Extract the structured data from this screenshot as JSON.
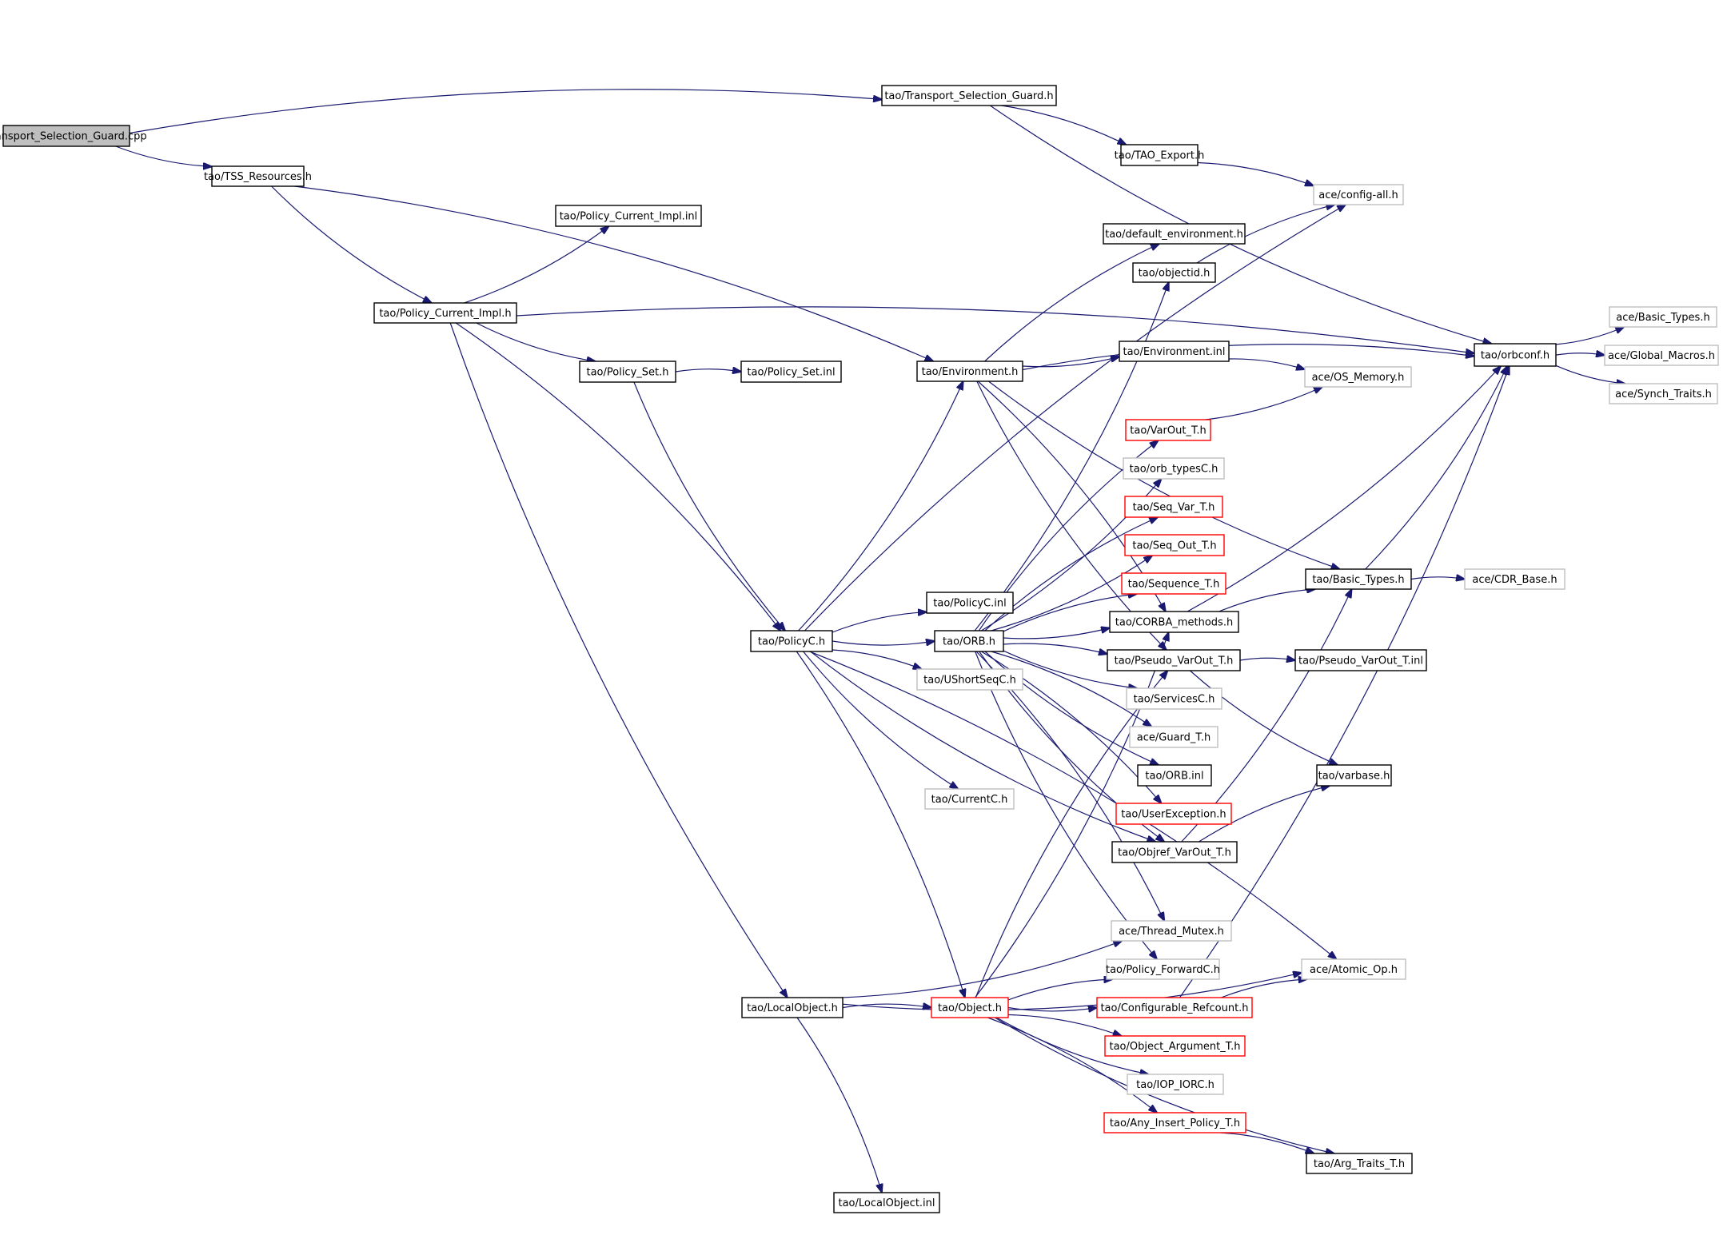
{
  "diagram": {
    "type": "include-dependency-graph",
    "root": "Transport_Selection_Guard.cpp",
    "colors": {
      "edge": "#191970",
      "root_fill": "#bfbfbf",
      "documented_border": "#000000",
      "undocumented_border": "#bfbfbf",
      "truncated_border": "#ff0000"
    },
    "nodes": [
      {
        "id": "root",
        "label": "Transport_Selection_Guard.cpp",
        "style": "root"
      },
      {
        "id": "tsg_h",
        "label": "tao/Transport_Selection_Guard.h",
        "style": "documented"
      },
      {
        "id": "tss",
        "label": "tao/TSS_Resources.h",
        "style": "documented"
      },
      {
        "id": "tao_export",
        "label": "tao/TAO_Export.h",
        "style": "documented"
      },
      {
        "id": "config_all",
        "label": "ace/config-all.h",
        "style": "undocumented"
      },
      {
        "id": "pci_inl",
        "label": "tao/Policy_Current_Impl.inl",
        "style": "documented"
      },
      {
        "id": "default_env",
        "label": "tao/default_environment.h",
        "style": "documented"
      },
      {
        "id": "objectid",
        "label": "tao/objectid.h",
        "style": "documented"
      },
      {
        "id": "pci_h",
        "label": "tao/Policy_Current_Impl.h",
        "style": "documented"
      },
      {
        "id": "ace_basic_types",
        "label": "ace/Basic_Types.h",
        "style": "undocumented"
      },
      {
        "id": "orbconf",
        "label": "tao/orbconf.h",
        "style": "documented"
      },
      {
        "id": "global_macros",
        "label": "ace/Global_Macros.h",
        "style": "undocumented"
      },
      {
        "id": "synch_traits",
        "label": "ace/Synch_Traits.h",
        "style": "undocumented"
      },
      {
        "id": "policy_set_h",
        "label": "tao/Policy_Set.h",
        "style": "documented"
      },
      {
        "id": "policy_set_inl",
        "label": "tao/Policy_Set.inl",
        "style": "documented"
      },
      {
        "id": "environment_h",
        "label": "tao/Environment.h",
        "style": "documented"
      },
      {
        "id": "environment_inl",
        "label": "tao/Environment.inl",
        "style": "documented"
      },
      {
        "id": "os_memory",
        "label": "ace/OS_Memory.h",
        "style": "undocumented"
      },
      {
        "id": "varout_t",
        "label": "tao/VarOut_T.h",
        "style": "truncated"
      },
      {
        "id": "orb_typesc",
        "label": "tao/orb_typesC.h",
        "style": "undocumented"
      },
      {
        "id": "seq_var_t",
        "label": "tao/Seq_Var_T.h",
        "style": "truncated"
      },
      {
        "id": "seq_out_t",
        "label": "tao/Seq_Out_T.h",
        "style": "truncated"
      },
      {
        "id": "sequence_t",
        "label": "tao/Sequence_T.h",
        "style": "truncated"
      },
      {
        "id": "tao_basic_types",
        "label": "tao/Basic_Types.h",
        "style": "documented"
      },
      {
        "id": "cdr_base",
        "label": "ace/CDR_Base.h",
        "style": "undocumented"
      },
      {
        "id": "policyc_inl",
        "label": "tao/PolicyC.inl",
        "style": "documented"
      },
      {
        "id": "policyc_h",
        "label": "tao/PolicyC.h",
        "style": "documented"
      },
      {
        "id": "orb_h",
        "label": "tao/ORB.h",
        "style": "documented"
      },
      {
        "id": "corba_methods",
        "label": "tao/CORBA_methods.h",
        "style": "documented"
      },
      {
        "id": "pseudo_varout_h",
        "label": "tao/Pseudo_VarOut_T.h",
        "style": "documented"
      },
      {
        "id": "pseudo_varout_inl",
        "label": "tao/Pseudo_VarOut_T.inl",
        "style": "documented"
      },
      {
        "id": "ushortseqc",
        "label": "tao/UShortSeqC.h",
        "style": "undocumented"
      },
      {
        "id": "servicesc",
        "label": "tao/ServicesC.h",
        "style": "undocumented"
      },
      {
        "id": "guard_t",
        "label": "ace/Guard_T.h",
        "style": "undocumented"
      },
      {
        "id": "orb_inl",
        "label": "tao/ORB.inl",
        "style": "documented"
      },
      {
        "id": "varbase",
        "label": "tao/varbase.h",
        "style": "documented"
      },
      {
        "id": "currentc",
        "label": "tao/CurrentC.h",
        "style": "undocumented"
      },
      {
        "id": "userexception",
        "label": "tao/UserException.h",
        "style": "truncated"
      },
      {
        "id": "objref_varout",
        "label": "tao/Objref_VarOut_T.h",
        "style": "documented"
      },
      {
        "id": "thread_mutex",
        "label": "ace/Thread_Mutex.h",
        "style": "undocumented"
      },
      {
        "id": "policy_forwardc",
        "label": "tao/Policy_ForwardC.h",
        "style": "undocumented"
      },
      {
        "id": "atomic_op",
        "label": "ace/Atomic_Op.h",
        "style": "undocumented"
      },
      {
        "id": "localobject_h",
        "label": "tao/LocalObject.h",
        "style": "documented"
      },
      {
        "id": "object_h",
        "label": "tao/Object.h",
        "style": "truncated"
      },
      {
        "id": "configurable_refcount",
        "label": "tao/Configurable_Refcount.h",
        "style": "truncated"
      },
      {
        "id": "object_argument_t",
        "label": "tao/Object_Argument_T.h",
        "style": "truncated"
      },
      {
        "id": "iop_iorc",
        "label": "tao/IOP_IORC.h",
        "style": "undocumented"
      },
      {
        "id": "any_insert_policy",
        "label": "tao/Any_Insert_Policy_T.h",
        "style": "truncated"
      },
      {
        "id": "arg_traits",
        "label": "tao/Arg_Traits_T.h",
        "style": "documented"
      },
      {
        "id": "localobject_inl",
        "label": "tao/LocalObject.inl",
        "style": "documented"
      }
    ],
    "edges": [
      [
        "root",
        "tsg_h"
      ],
      [
        "root",
        "tss"
      ],
      [
        "tsg_h",
        "tao_export"
      ],
      [
        "tsg_h",
        "orbconf"
      ],
      [
        "tao_export",
        "config_all"
      ],
      [
        "tss",
        "pci_h"
      ],
      [
        "tss",
        "environment_h"
      ],
      [
        "pci_h",
        "pci_inl"
      ],
      [
        "pci_h",
        "orbconf"
      ],
      [
        "pci_h",
        "policy_set_h"
      ],
      [
        "pci_h",
        "policyc_h"
      ],
      [
        "pci_h",
        "localobject_h"
      ],
      [
        "policy_set_h",
        "policy_set_inl"
      ],
      [
        "policy_set_h",
        "policyc_h"
      ],
      [
        "objectid",
        "config_all"
      ],
      [
        "orbconf",
        "ace_basic_types"
      ],
      [
        "orbconf",
        "global_macros"
      ],
      [
        "orbconf",
        "synch_traits"
      ],
      [
        "environment_h",
        "default_env"
      ],
      [
        "environment_h",
        "environment_inl"
      ],
      [
        "environment_h",
        "orbconf"
      ],
      [
        "environment_h",
        "tao_basic_types"
      ],
      [
        "environment_h",
        "corba_methods"
      ],
      [
        "environment_h",
        "pseudo_varout_h"
      ],
      [
        "environment_inl",
        "os_memory"
      ],
      [
        "varout_t",
        "os_memory"
      ],
      [
        "tao_basic_types",
        "cdr_base"
      ],
      [
        "tao_basic_types",
        "orbconf"
      ],
      [
        "corba_methods",
        "tao_basic_types"
      ],
      [
        "corba_methods",
        "orbconf"
      ],
      [
        "pseudo_varout_h",
        "pseudo_varout_inl"
      ],
      [
        "pseudo_varout_h",
        "varbase"
      ],
      [
        "policyc_h",
        "config_all"
      ],
      [
        "policyc_h",
        "environment_h"
      ],
      [
        "policyc_h",
        "policyc_inl"
      ],
      [
        "policyc_h",
        "orb_h"
      ],
      [
        "policyc_h",
        "ushortseqc"
      ],
      [
        "policyc_h",
        "currentc"
      ],
      [
        "policyc_h",
        "object_h"
      ],
      [
        "policyc_h",
        "objref_varout"
      ],
      [
        "policyc_h",
        "atomic_op"
      ],
      [
        "orb_h",
        "objectid"
      ],
      [
        "orb_h",
        "varout_t"
      ],
      [
        "orb_h",
        "orb_typesc"
      ],
      [
        "orb_h",
        "seq_var_t"
      ],
      [
        "orb_h",
        "seq_out_t"
      ],
      [
        "orb_h",
        "sequence_t"
      ],
      [
        "orb_h",
        "corba_methods"
      ],
      [
        "orb_h",
        "pseudo_varout_h"
      ],
      [
        "orb_h",
        "servicesc"
      ],
      [
        "orb_h",
        "guard_t"
      ],
      [
        "orb_h",
        "orb_inl"
      ],
      [
        "orb_h",
        "userexception"
      ],
      [
        "orb_h",
        "objref_varout"
      ],
      [
        "orb_h",
        "thread_mutex"
      ],
      [
        "orb_h",
        "policy_forwardc"
      ],
      [
        "objref_varout",
        "varbase"
      ],
      [
        "objref_varout",
        "tao_basic_types"
      ],
      [
        "localobject_h",
        "object_h"
      ],
      [
        "localobject_h",
        "thread_mutex"
      ],
      [
        "localobject_h",
        "localobject_inl"
      ],
      [
        "localobject_h",
        "atomic_op"
      ],
      [
        "object_h",
        "policy_forwardc"
      ],
      [
        "object_h",
        "configurable_refcount"
      ],
      [
        "object_h",
        "object_argument_t"
      ],
      [
        "object_h",
        "iop_iorc"
      ],
      [
        "object_h",
        "any_insert_policy"
      ],
      [
        "object_h",
        "arg_traits"
      ],
      [
        "object_h",
        "pseudo_varout_h"
      ],
      [
        "object_h",
        "corba_methods"
      ],
      [
        "configurable_refcount",
        "atomic_op"
      ],
      [
        "configurable_refcount",
        "orbconf"
      ],
      [
        "any_insert_policy",
        "arg_traits"
      ]
    ]
  }
}
